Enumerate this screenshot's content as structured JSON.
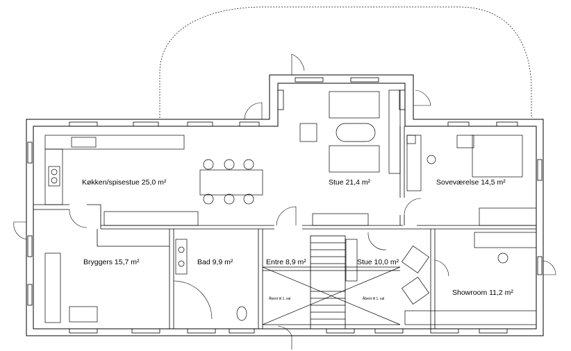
{
  "rooms": {
    "kitchen": "Køkken/spisestue 25,0 m²",
    "living_main": "Stue 21,4 m²",
    "bedroom": "Soveværelse 14,5 m²",
    "utility": "Bryggers 15,7 m²",
    "bath": "Bad 9,9 m²",
    "entry": "Entre 8,9 m²",
    "living_small": "Stue 10,0 m²",
    "showroom": "Showroom 11,2 m²"
  },
  "notes": {
    "loft_left": "Åbent til 1. sal",
    "loft_right": "Åbent til 1. sal"
  }
}
